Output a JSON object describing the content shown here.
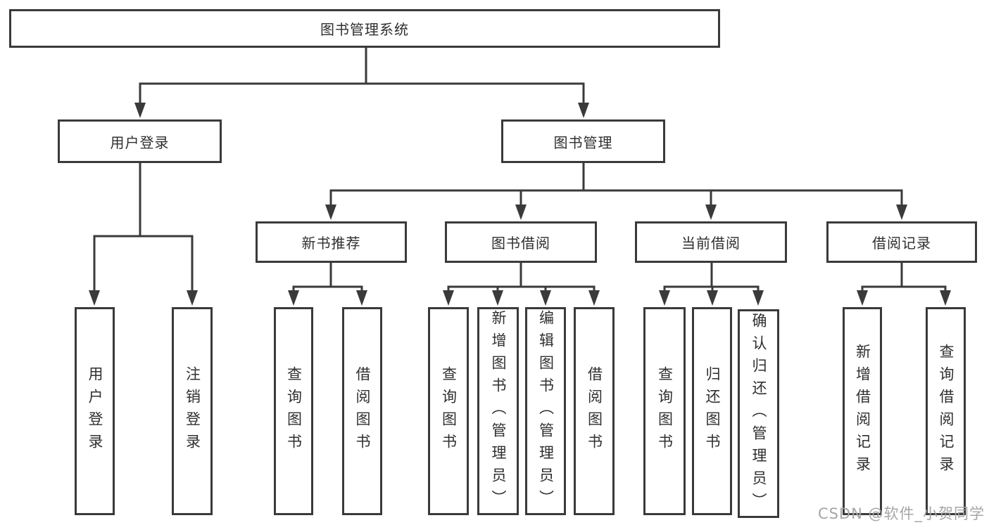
{
  "tree": {
    "root": "图书管理系统",
    "children": [
      {
        "label": "用户登录",
        "children": [
          "用户登录",
          "注销登录"
        ]
      },
      {
        "label": "图书管理",
        "children": [
          {
            "label": "新书推荐",
            "children": [
              "查询图书",
              "借阅图书"
            ]
          },
          {
            "label": "图书借阅",
            "children": [
              "查询图书",
              "新增图书（管理员）",
              "编辑图书（管理员）",
              "借阅图书"
            ]
          },
          {
            "label": "当前借阅",
            "children": [
              "查询图书",
              "归还图书",
              "确认归还（管理员）"
            ]
          },
          {
            "label": "借阅记录",
            "children": [
              "新增借阅记录",
              "查询借阅记录"
            ]
          }
        ]
      }
    ]
  },
  "watermark": "CSDN @软件_小贺同学",
  "colors": {
    "line": "#3a3a3a",
    "text": "#2f2f2f",
    "watermark": "#a6a6a6",
    "background": "#ffffff"
  }
}
